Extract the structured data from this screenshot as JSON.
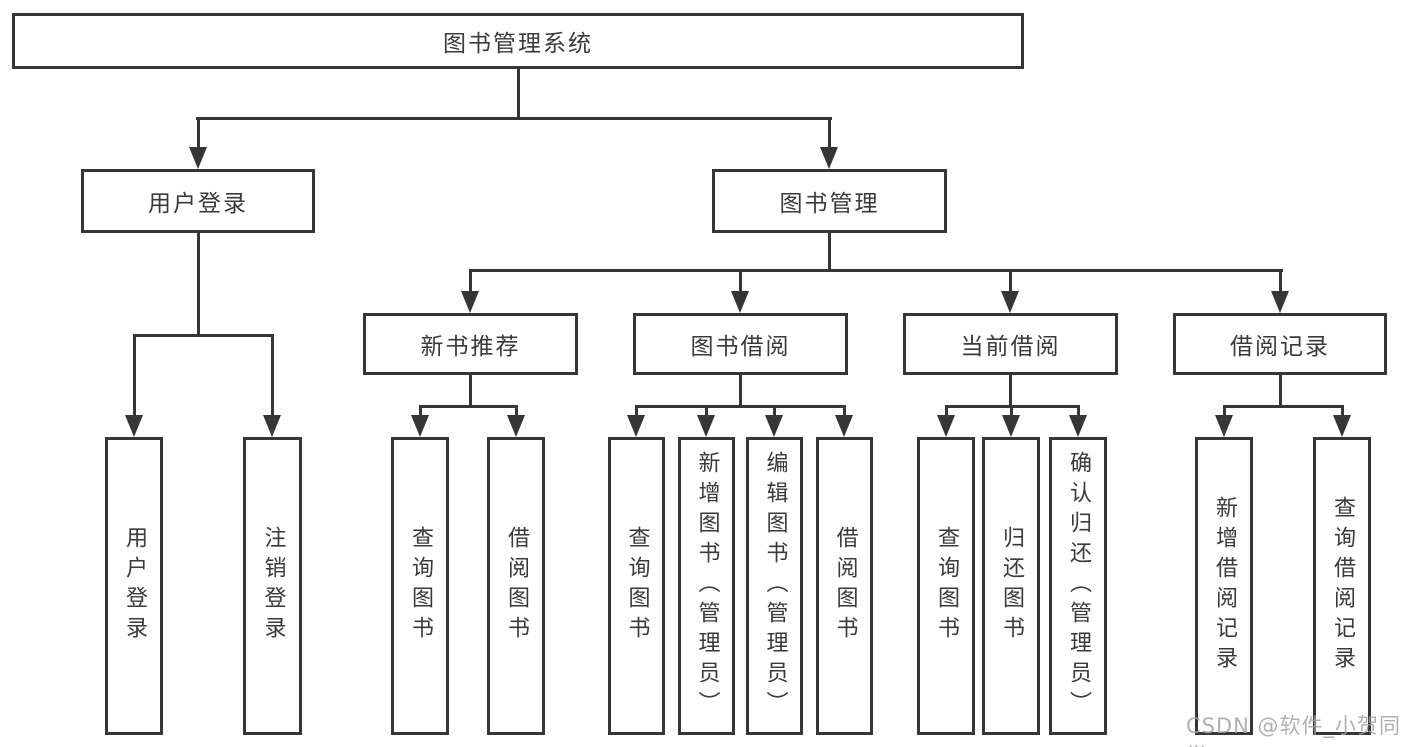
{
  "colors": {
    "line": "#363636",
    "text": "#3a3a3a",
    "watermark": "#a3a3a3",
    "canvas": "#ffffff"
  },
  "watermark": {
    "text": "CSDN @软件_小贺同学"
  },
  "tree": {
    "root": {
      "label": "图书管理系统"
    },
    "branches": [
      {
        "label": "用户登录",
        "children": [
          {
            "label": "用户登录"
          },
          {
            "label": "注销登录"
          }
        ]
      },
      {
        "label": "图书管理",
        "sections": [
          {
            "label": "新书推荐",
            "children": [
              {
                "label": "查询图书"
              },
              {
                "label": "借阅图书"
              }
            ]
          },
          {
            "label": "图书借阅",
            "children": [
              {
                "label": "查询图书"
              },
              {
                "label": "新增图书（管理员）"
              },
              {
                "label": "编辑图书（管理员）"
              },
              {
                "label": "借阅图书"
              }
            ]
          },
          {
            "label": "当前借阅",
            "children": [
              {
                "label": "查询图书"
              },
              {
                "label": "归还图书"
              },
              {
                "label": "确认归还（管理员）"
              }
            ]
          },
          {
            "label": "借阅记录",
            "children": [
              {
                "label": "新增借阅记录"
              },
              {
                "label": "查询借阅记录"
              }
            ]
          }
        ]
      }
    ]
  }
}
